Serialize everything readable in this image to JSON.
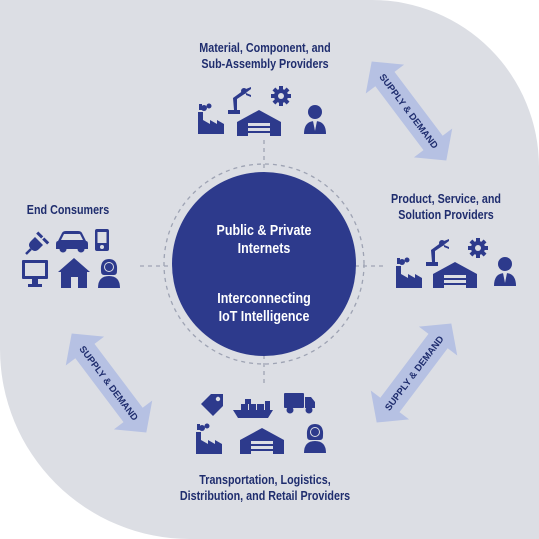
{
  "colors": {
    "panel": "#dcdee4",
    "navy": "#2d3a8c",
    "arrow": "#b6c1e3",
    "dash": "#9ea3b3"
  },
  "hub": {
    "line1": "Public & Private",
    "line2": "Internets",
    "line3": "Interconnecting",
    "line4": "IoT Intelligence"
  },
  "nodes": {
    "top": {
      "line1": "Material, Component, and",
      "line2": "Sub-Assembly Providers"
    },
    "right": {
      "line1": "Product, Service, and",
      "line2": "Solution Providers"
    },
    "bottom": {
      "line1": "Transportation, Logistics,",
      "line2": "Distribution, and Retail Providers"
    },
    "left": {
      "line1": "End Consumers"
    }
  },
  "arrows": {
    "top_right": "SUPPLY & DEMAND",
    "bottom_left": "SUPPLY & DEMAND",
    "bottom_right": "SUPPLY & DEMAND"
  },
  "icons": {
    "top": [
      "factory-icon",
      "robot-arm-icon",
      "gear-icon",
      "warehouse-icon",
      "person-icon"
    ],
    "right": [
      "factory-icon",
      "robot-arm-icon",
      "gear-icon",
      "warehouse-icon",
      "person-icon"
    ],
    "bottom": [
      "price-tag-icon",
      "cargo-ship-icon",
      "truck-icon",
      "factory-icon",
      "warehouse-icon",
      "person-icon"
    ],
    "left": [
      "plug-icon",
      "car-icon",
      "phone-icon",
      "monitor-icon",
      "house-icon",
      "person-icon"
    ]
  }
}
